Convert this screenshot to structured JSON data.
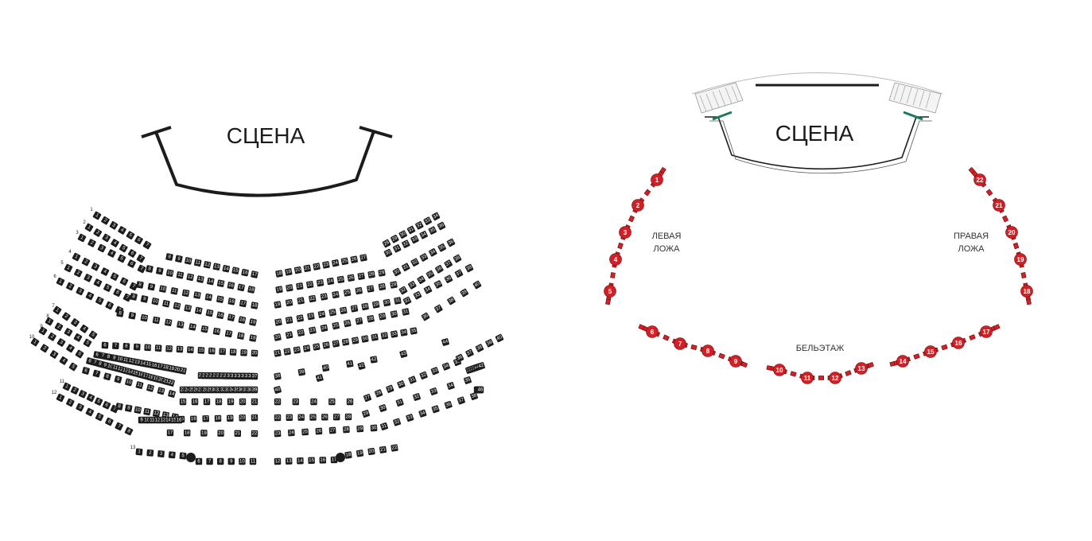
{
  "left_plan": {
    "stage_label": "СЦЕНА",
    "seat_color": "#1c1c1c",
    "rows": [
      {
        "row": "1",
        "blocks": [
          [
            1,
            7
          ],
          [],
          []
        ]
      },
      {
        "row": "2",
        "blocks": [
          [
            1,
            7
          ],
          [
            8,
            17
          ],
          [
            18,
            27
          ],
          [
            28,
            34
          ]
        ]
      },
      {
        "row": "3",
        "blocks": [
          [
            1,
            7
          ],
          [
            8,
            18
          ],
          [
            19,
            29
          ],
          [
            30,
            36
          ]
        ]
      },
      {
        "row": "4",
        "blocks": [
          [
            1,
            7
          ],
          [
            8,
            18
          ],
          [
            19,
            29
          ],
          [
            30,
            36
          ]
        ]
      },
      {
        "row": "5",
        "blocks": [
          [
            1,
            7
          ],
          [
            8,
            19
          ],
          [
            20,
            31
          ],
          [
            32,
            38
          ]
        ]
      },
      {
        "row": "6",
        "blocks": [
          [
            1,
            7
          ],
          [
            8,
            19
          ],
          [
            20,
            31
          ],
          [
            32,
            38
          ]
        ]
      },
      {
        "row": "7",
        "blocks": [
          [
            1,
            5
          ],
          [
            6,
            20
          ],
          [
            21,
            35
          ],
          [
            36,
            40
          ]
        ]
      },
      {
        "row": "8",
        "blocks": [
          [
            1,
            5
          ],
          [
            6,
            21
          ],
          [
            22,
            37
          ],
          [
            38,
            42
          ]
        ]
      },
      {
        "row": "9",
        "blocks": [
          [
            1,
            5
          ],
          [
            6,
            22
          ],
          [
            23,
            39
          ],
          [
            40,
            44
          ]
        ]
      },
      {
        "row": "10",
        "blocks": [
          [
            1,
            5
          ],
          [
            6,
            14
          ],
          [
            15,
            21
          ],
          [
            22,
            26
          ],
          [
            27,
            35
          ],
          [
            36,
            40
          ]
        ]
      },
      {
        "row": "11",
        "blocks": [
          [
            1,
            7
          ],
          [
            8,
            14
          ],
          [
            15,
            21
          ],
          [
            22,
            28
          ],
          [
            29,
            35
          ],
          [
            36,
            42
          ]
        ]
      },
      {
        "row": "12",
        "blocks": [
          [
            1,
            8
          ],
          [
            9,
            16
          ],
          [
            17,
            22
          ],
          [
            23,
            30
          ],
          [
            31,
            38
          ],
          [
            39,
            46
          ]
        ]
      },
      {
        "row": "13",
        "blocks": [
          [
            1,
            5
          ],
          [
            6,
            11
          ],
          [
            12,
            17
          ],
          [
            18,
            22
          ]
        ]
      }
    ]
  },
  "right_plan": {
    "stage_label": "СЦЕНА",
    "box_color": "#d81e25",
    "zones": {
      "left_loge": [
        "ЛЕВАЯ",
        "ЛОЖА"
      ],
      "right_loge": [
        "ПРАВАЯ",
        "ЛОЖА"
      ],
      "beletage": "БЕЛЬЭТАЖ"
    },
    "left_loge_boxes": [
      "1",
      "2",
      "3",
      "4",
      "5"
    ],
    "beletage_boxes": [
      "6",
      "7",
      "8",
      "9",
      "10",
      "11",
      "12",
      "13",
      "14",
      "15",
      "16",
      "17"
    ],
    "right_loge_boxes": [
      "22",
      "21",
      "20",
      "19",
      "18"
    ]
  }
}
